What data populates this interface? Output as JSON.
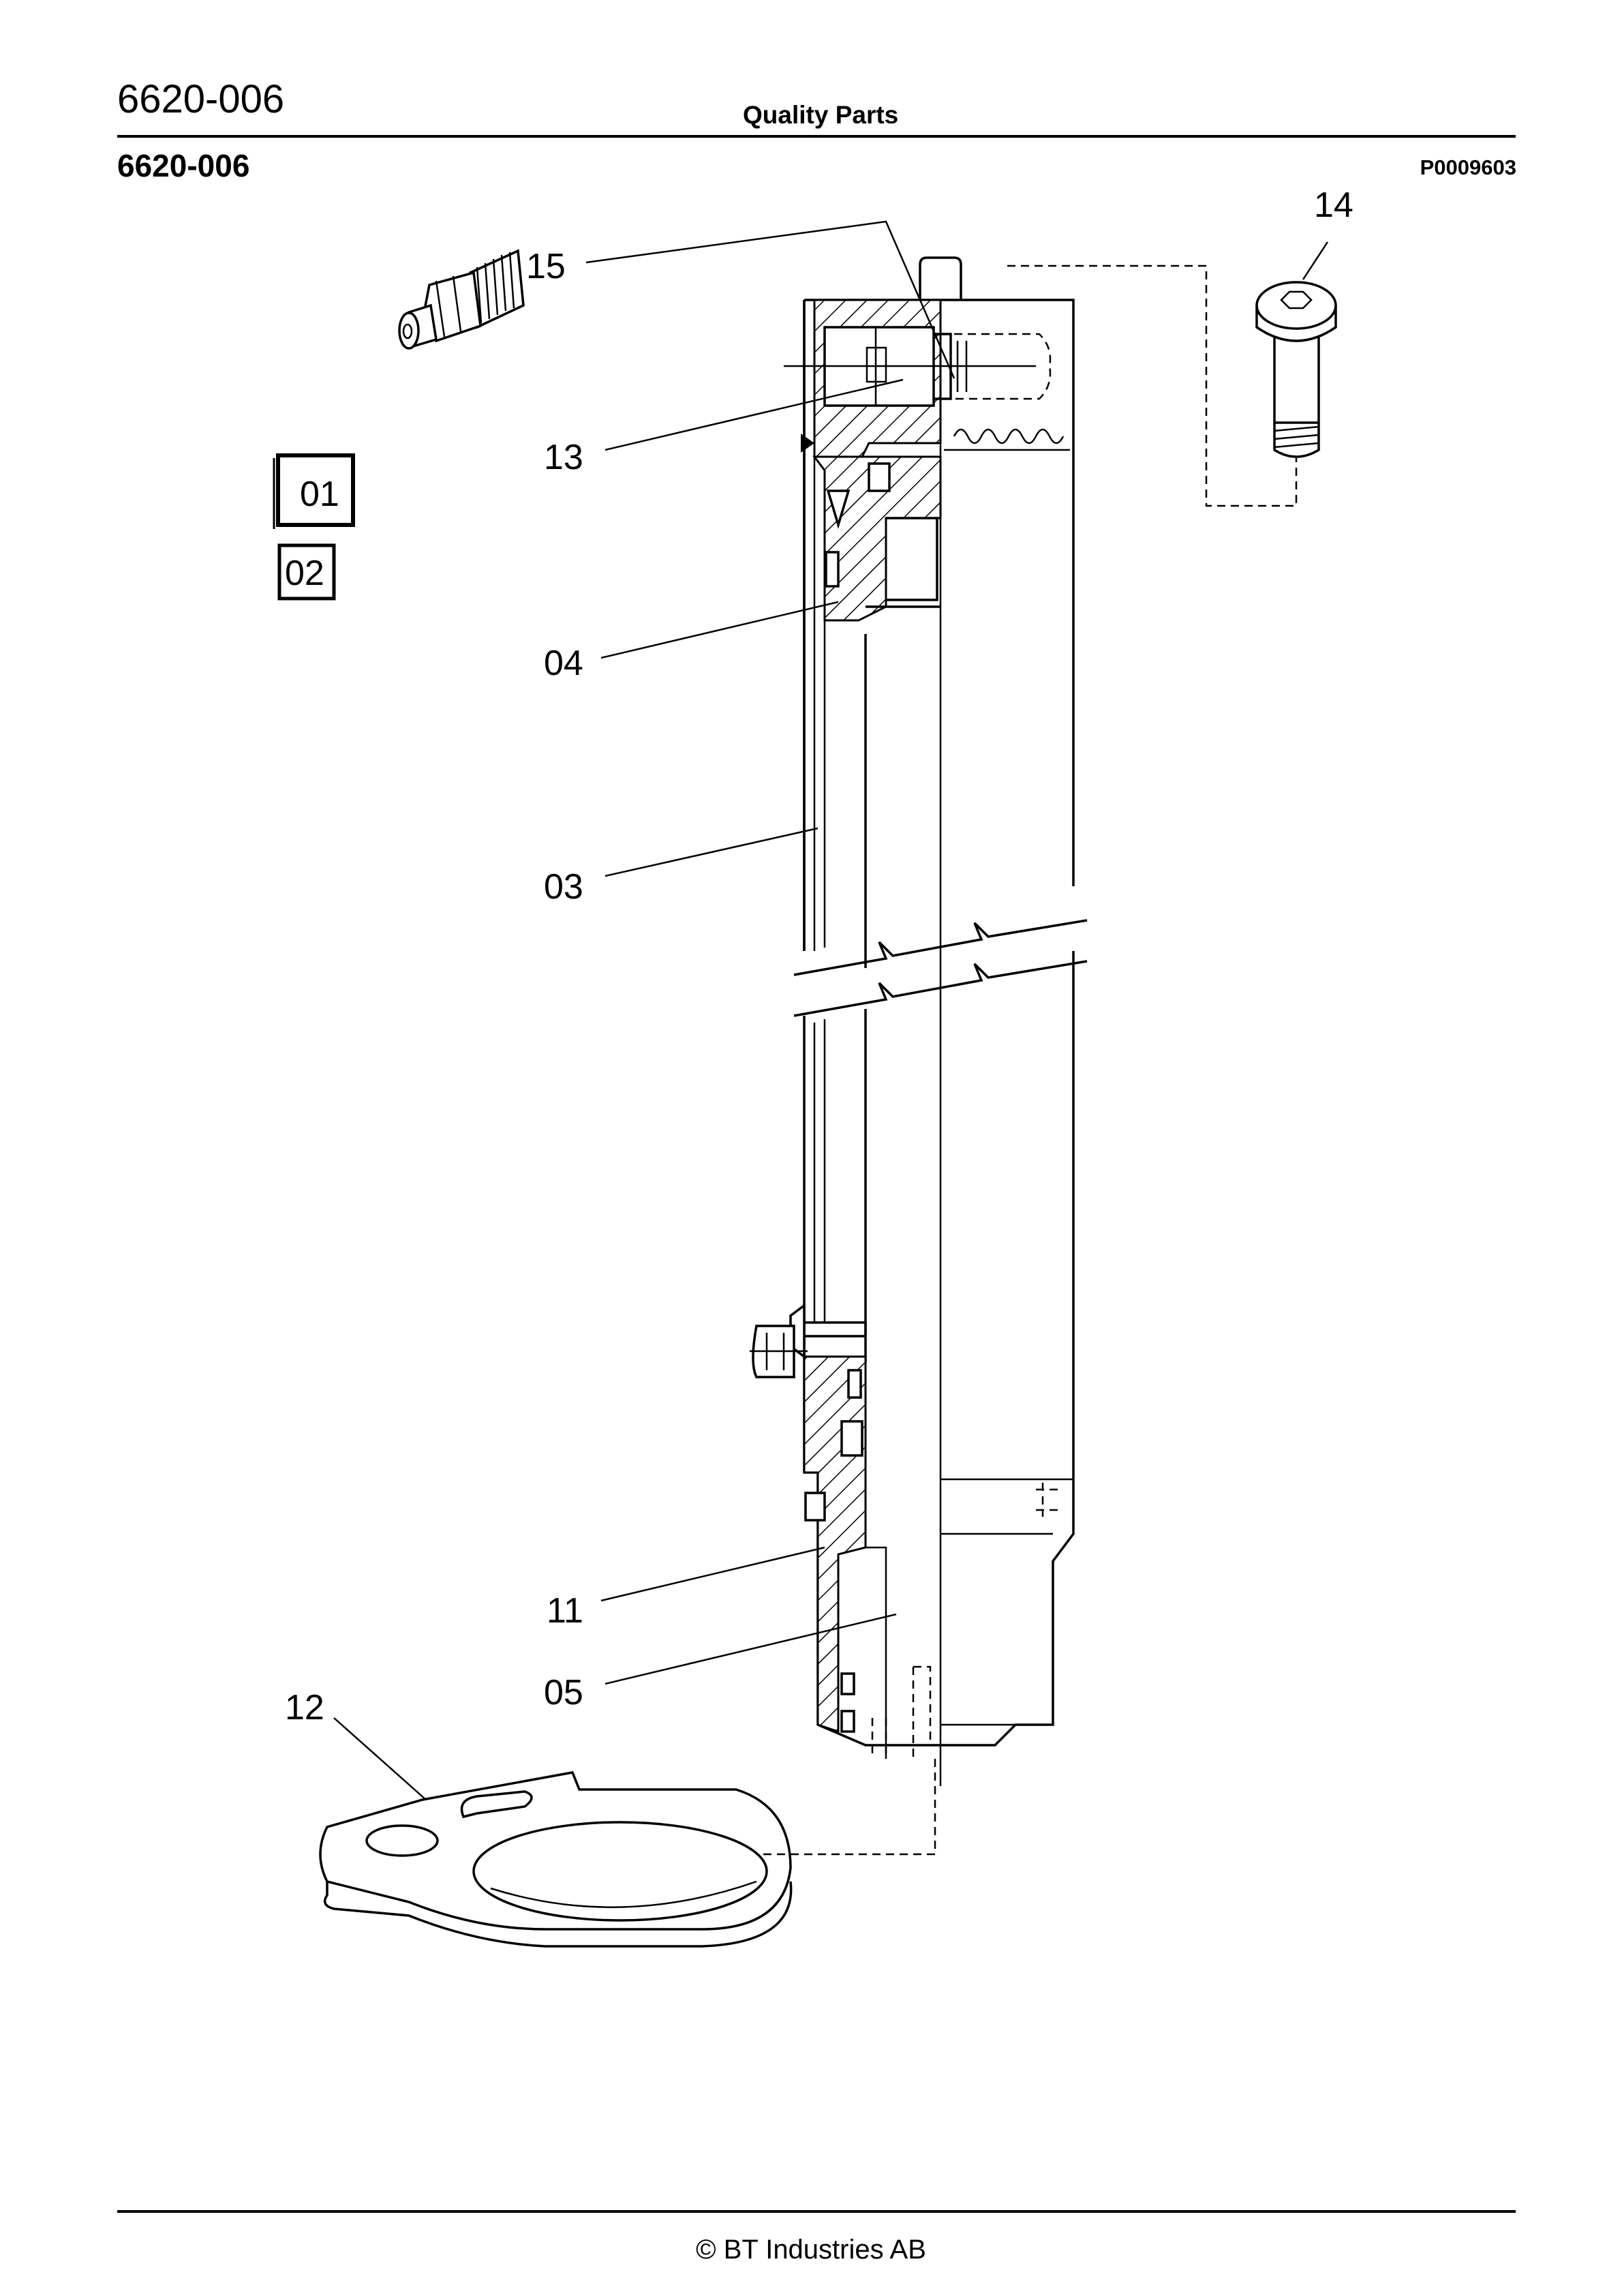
{
  "header": {
    "doc_code": "6620-006",
    "title": "Quality Parts",
    "sub_code": "6620-006",
    "figure_id": "P0009603"
  },
  "callouts": {
    "c01": "01",
    "c02": "02",
    "c03": "03",
    "c04": "04",
    "c05": "05",
    "c11": "11",
    "c12": "12",
    "c13": "13",
    "c14": "14",
    "c15": "15"
  },
  "footer": {
    "copyright": "© BT Industries AB"
  }
}
